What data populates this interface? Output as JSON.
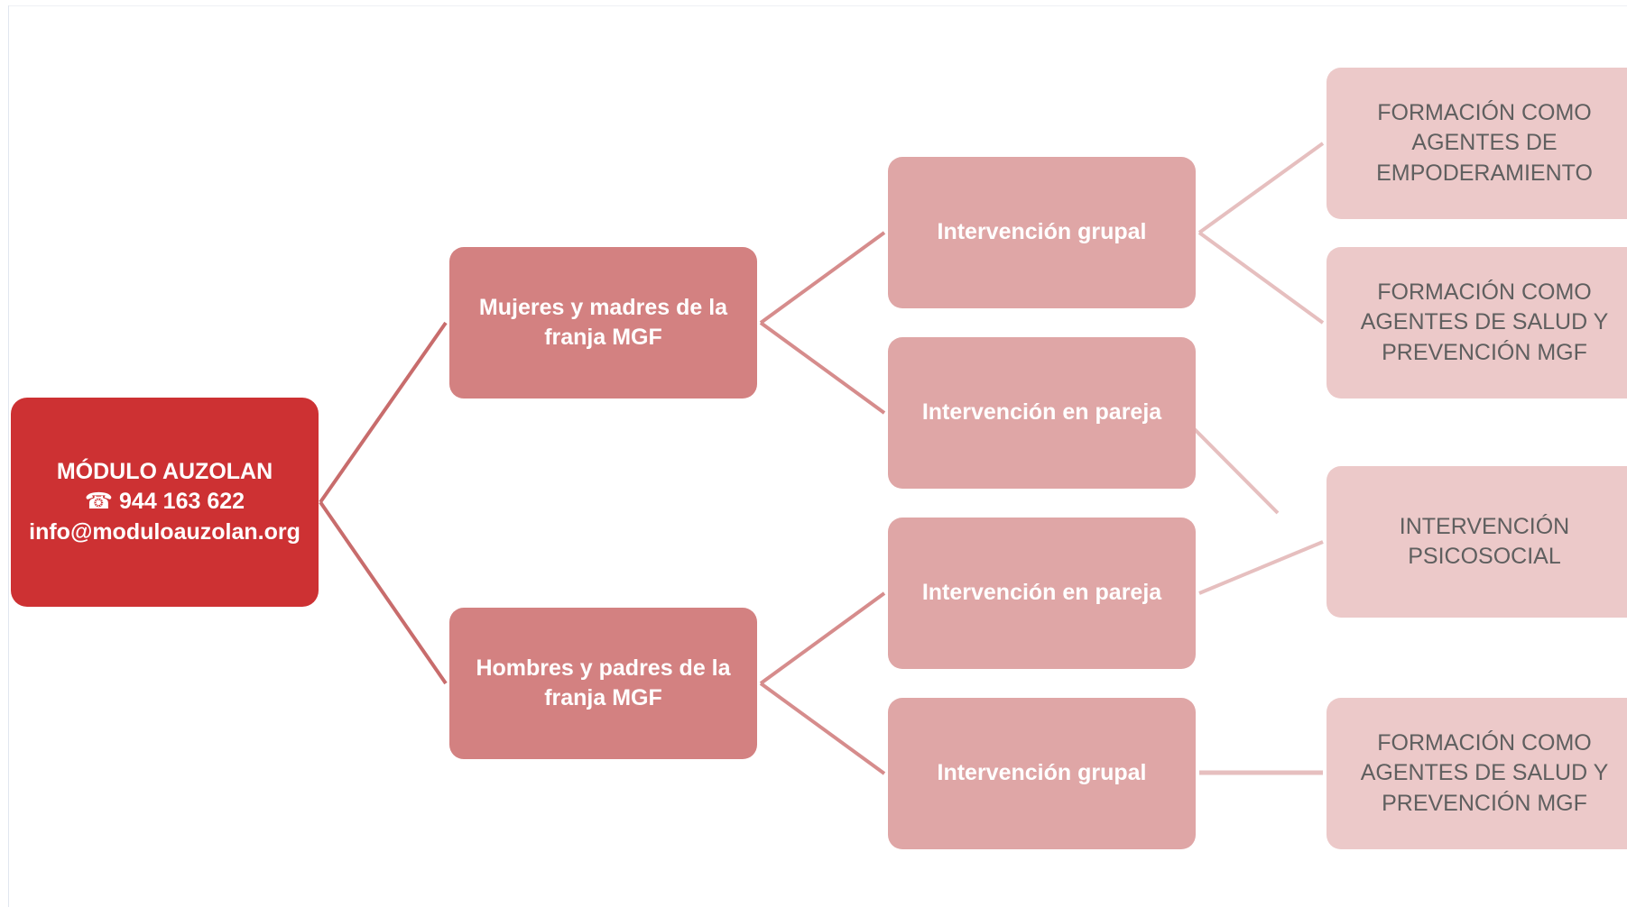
{
  "colors": {
    "root": "#cd3133",
    "level1": "#d38181",
    "level2": "#dfa6a6",
    "level3": "#ecc9c9",
    "connector_level1": "#c86c6c",
    "connector_level2": "#d68c8c",
    "connector_level3": "#e6bfbf"
  },
  "root": {
    "title": "MÓDULO AUZOLAN",
    "phone": "☎ 944 163 622",
    "email": "info@moduloauzolan.org"
  },
  "level1": {
    "mujeres": "Mujeres y madres de la\nfranja MGF",
    "hombres": "Hombres y padres de la\nfranja MGF"
  },
  "level2": {
    "mujeres_grupal": "Intervención grupal",
    "mujeres_pareja": "Intervención en pareja",
    "hombres_pareja": "Intervención en pareja",
    "hombres_grupal": "Intervención grupal"
  },
  "level3": {
    "formacion_empoderamiento": "FORMACIÓN COMO\nAGENTES DE\nEMPODERAMIENTO",
    "formacion_salud_1": "FORMACIÓN COMO\nAGENTES DE SALUD Y\nPREVENCIÓN MGF",
    "intervencion_psicosocial": "INTERVENCIÓN\nPSICOSOCIAL",
    "formacion_salud_2": "FORMACIÓN COMO\nAGENTES DE SALUD Y\nPREVENCIÓN MGF"
  }
}
